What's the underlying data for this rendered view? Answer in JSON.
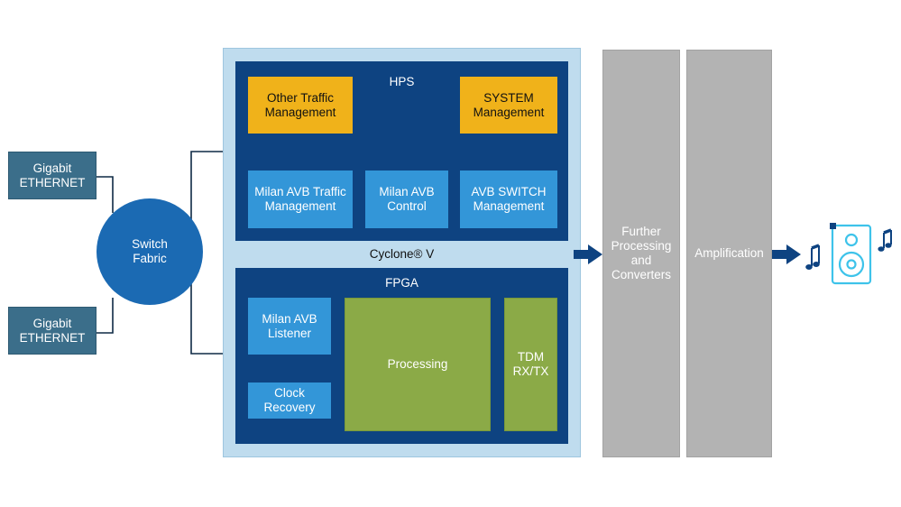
{
  "ethernet": {
    "top_label": "Gigabit\nETHERNET",
    "bottom_label": "Gigabit\nETHERNET"
  },
  "switch_fabric": {
    "label": "Switch\nFabric"
  },
  "cyclone": {
    "label": "Cyclone® V",
    "hps": {
      "title": "HPS",
      "other_traffic": "Other Traffic\nManagement",
      "system_mgmt": "SYSTEM\nManagement",
      "milan_traffic": "Milan AVB Traffic\nManagement",
      "milan_control": "Milan AVB\nControl",
      "avb_switch": "AVB SWITCH\nManagement"
    },
    "fpga": {
      "title": "FPGA",
      "milan_listener": "Milan AVB\nListener",
      "clock_recovery": "Clock\nRecovery",
      "processing": "Processing",
      "tdm": "TDM\nRX/TX"
    }
  },
  "further_processing": {
    "label": "Further\nProcessing\nand\nConverters"
  },
  "amplification": {
    "label": "Amplification"
  },
  "colors": {
    "panel": "#0e4381",
    "outer": "#bfdcee",
    "amber": "#f0b21a",
    "blue": "#3396d8",
    "green": "#8baa47",
    "gray": "#b3b3b3",
    "speaker": "#3ec3ea"
  },
  "icons": [
    "arrow-right-icon",
    "speaker-icon",
    "music-note-icon"
  ]
}
